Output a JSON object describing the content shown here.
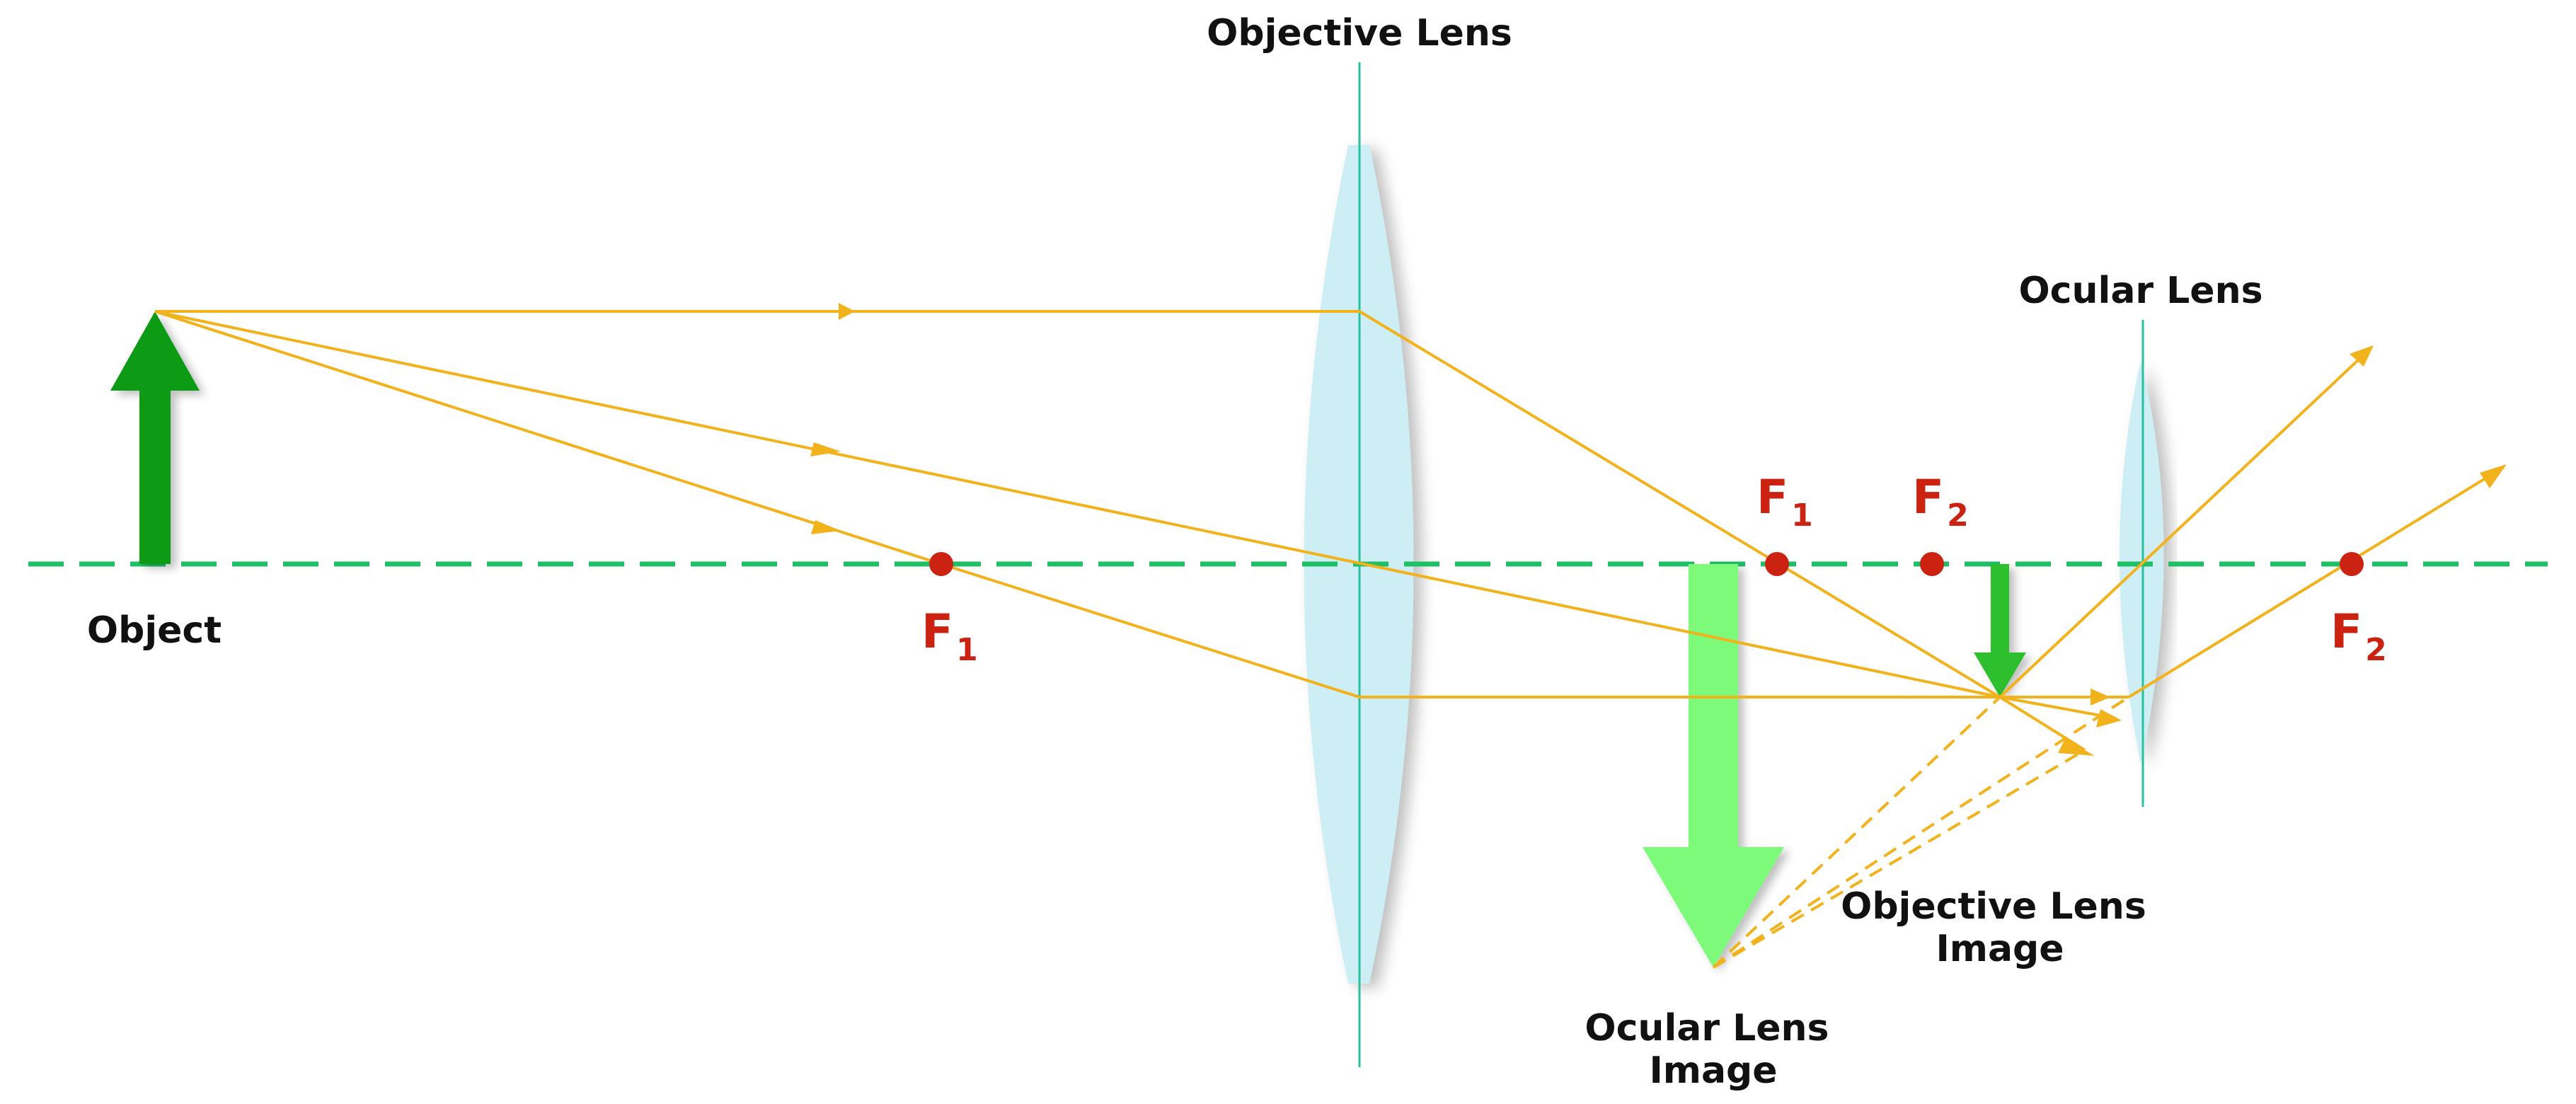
{
  "labels": {
    "objective_lens": "Objective Lens",
    "ocular_lens": "Ocular Lens",
    "object": "Object",
    "objective_image_line1": "Objective Lens",
    "objective_image_line2": "Image",
    "ocular_image_line1": "Ocular Lens",
    "ocular_image_line2": "Image"
  },
  "focal_points": [
    {
      "id": "objective-front",
      "letter": "F",
      "sub": "1"
    },
    {
      "id": "objective-back",
      "letter": "F",
      "sub": "1"
    },
    {
      "id": "ocular-front",
      "letter": "F",
      "sub": "2"
    },
    {
      "id": "ocular-back",
      "letter": "F",
      "sub": "2"
    }
  ],
  "colors": {
    "optical_axis": "#1fbf66",
    "ray": "#f2b21c",
    "lens_fill": "#cdeef5",
    "lens_axis": "#27c0a0",
    "object_arrow": "#0a9b12",
    "objective_image_arrow": "#2fbf2f",
    "ocular_image_arrow": "#7dfa7a",
    "focal_point": "#cc2211",
    "focal_label": "#cc2211",
    "text": "#111111"
  }
}
